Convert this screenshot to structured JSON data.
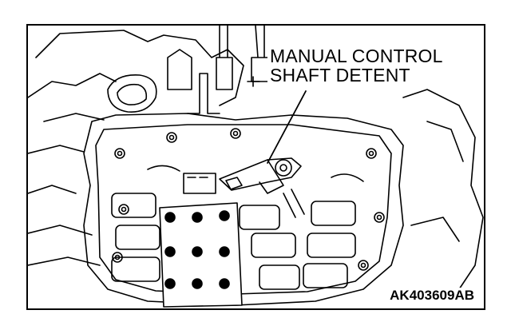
{
  "diagram": {
    "callout": {
      "line1": "MANUAL CONTROL",
      "line2": "SHAFT DETENT"
    },
    "figure_id": "AK403609AB",
    "colors": {
      "ink": "#000000",
      "paper": "#ffffff"
    }
  }
}
